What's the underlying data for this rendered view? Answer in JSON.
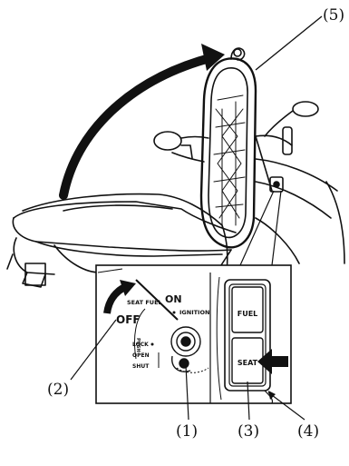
{
  "callouts": {
    "c1": "(1)",
    "c2": "(2)",
    "c3": "(3)",
    "c4": "(4)",
    "c5": "(5)"
  },
  "switch_labels": {
    "seat_fuel": "SEAT FUEL",
    "on": "ON",
    "ignition": "IGNITION",
    "off": "OFF",
    "push": "PUSH",
    "lock": "LOCK",
    "open": "OPEN",
    "shut": "SHUT"
  },
  "buttons": {
    "fuel": "FUEL",
    "seat": "SEAT"
  },
  "colors": {
    "ink": "#111111",
    "paper": "#ffffff"
  }
}
